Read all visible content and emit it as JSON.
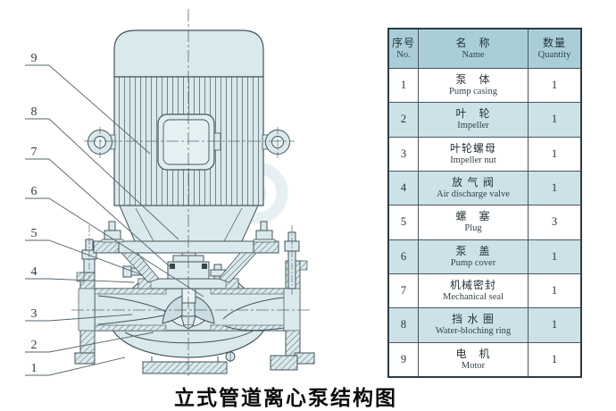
{
  "title": "立式管道离心泵结构图",
  "table": {
    "headers": {
      "no_zh": "序号",
      "no_en": "No.",
      "name_zh": "名　称",
      "name_en": "Name",
      "qty_zh": "数量",
      "qty_en": "Quantity"
    },
    "rows": [
      {
        "no": "1",
        "name_zh": "泵　体",
        "name_en": "Pump casing",
        "qty": "1"
      },
      {
        "no": "2",
        "name_zh": "叶　轮",
        "name_en": "Impeller",
        "qty": "1"
      },
      {
        "no": "3",
        "name_zh": "叶轮螺母",
        "name_en": "Impeller nut",
        "qty": "1"
      },
      {
        "no": "4",
        "name_zh": "放 气 阀",
        "name_en": "Air discharge valve",
        "qty": "1"
      },
      {
        "no": "5",
        "name_zh": "螺　塞",
        "name_en": "Plug",
        "qty": "3"
      },
      {
        "no": "6",
        "name_zh": "泵　盖",
        "name_en": "Pump cover",
        "qty": "1"
      },
      {
        "no": "7",
        "name_zh": "机械密封",
        "name_en": "Mechanical seal",
        "qty": "1"
      },
      {
        "no": "8",
        "name_zh": "挡 水 圈",
        "name_en": "Water-bloching ring",
        "qty": "1"
      },
      {
        "no": "9",
        "name_zh": "电　机",
        "name_en": "Motor",
        "qty": "1"
      }
    ]
  },
  "diagram": {
    "callouts": [
      "1",
      "2",
      "3",
      "4",
      "5",
      "6",
      "7",
      "8",
      "9"
    ],
    "colors": {
      "fill": "#d9e9ec",
      "line": "#44545c",
      "table_header_bg": "#aaced8",
      "table_row_alt_bg": "#cde2e8",
      "text": "#2e3b42"
    }
  }
}
